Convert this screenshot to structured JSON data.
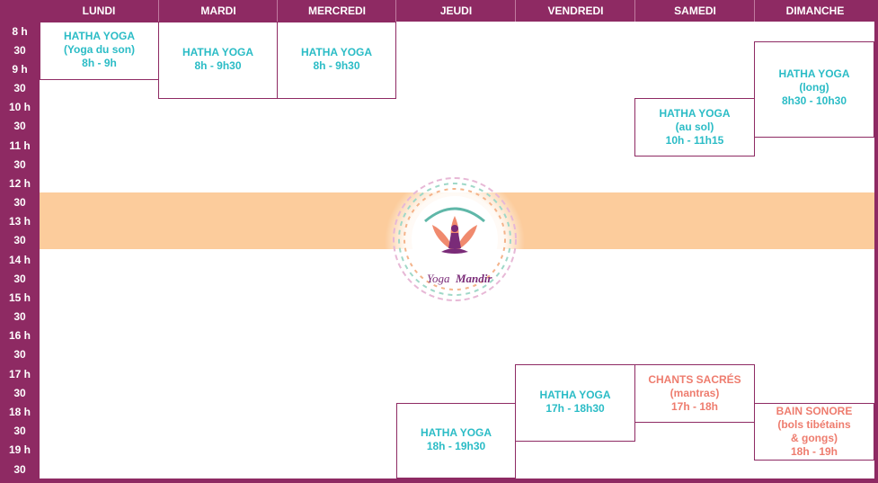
{
  "days": [
    "LUNDI",
    "MARDI",
    "MERCREDI",
    "JEUDI",
    "VENDREDI",
    "SAMEDI",
    "DIMANCHE"
  ],
  "time_labels": [
    "8 h",
    "30",
    "9 h",
    "30",
    "10 h",
    "30",
    "11 h",
    "30",
    "12 h",
    "30",
    "13 h",
    "30",
    "14 h",
    "30",
    "15 h",
    "30",
    "16 h",
    "30",
    "17 h",
    "30",
    "18 h",
    "30",
    "19 h",
    "30"
  ],
  "events": {
    "lundi": {
      "line1": "HATHA YOGA",
      "line2": "(Yoga du son)",
      "line3": "8h - 9h"
    },
    "mardi": {
      "line1": "HATHA YOGA",
      "line2": "8h - 9h30"
    },
    "mercredi": {
      "line1": "HATHA YOGA",
      "line2": "8h - 9h30"
    },
    "samedi_sol": {
      "line1": "HATHA YOGA",
      "line2": "(au sol)",
      "line3": "10h - 11h15"
    },
    "dimanche_long": {
      "line1": "HATHA YOGA",
      "line2": "(long)",
      "line3": "8h30 - 10h30"
    },
    "vendredi": {
      "line1": "HATHA YOGA",
      "line2": "17h - 18h30"
    },
    "samedi_chants": {
      "line1": "CHANTS SACRÉS",
      "line2": "(mantras)",
      "line3": "17h - 18h"
    },
    "jeudi": {
      "line1": "HATHA YOGA",
      "line2": "18h - 19h30"
    },
    "dimanche_bain": {
      "line1": "BAIN SONORE",
      "line2": "(bols tibétains",
      "line3": "& gongs)",
      "line4": "18h - 19h"
    }
  },
  "logo": {
    "word1": "Yoga",
    "word2": "Mandir"
  },
  "colors": {
    "frame": "#8e2a63",
    "teal": "#2bbcc6",
    "coral": "#ee7c6e",
    "lunch": "#fccc9c"
  }
}
